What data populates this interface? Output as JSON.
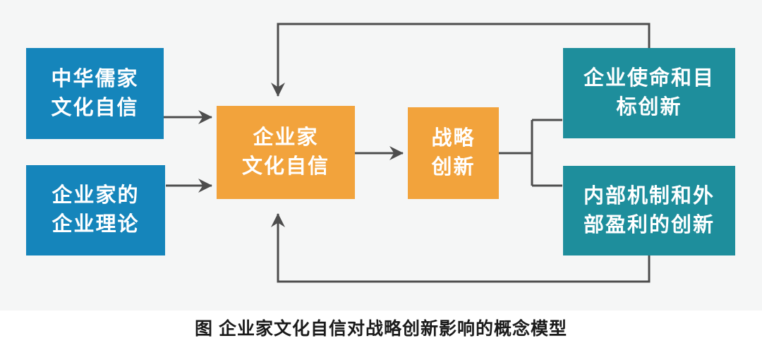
{
  "figure": {
    "caption": "图 企业家文化自信对战略创新影响的概念模型"
  },
  "nodes": {
    "confucian_culture": {
      "label": "中华儒家\n文化自信"
    },
    "entrepreneur_theory": {
      "label": "企业家的\n企业理论"
    },
    "entrepreneur_culture_confidence": {
      "label": "企业家\n文化自信"
    },
    "strategic_innovation": {
      "label": "战略\n创新"
    },
    "mission_goal_innovation": {
      "label": "企业使命和目\n标创新"
    },
    "internal_external_innovation": {
      "label": "内部机制和外\n部盈利的创新"
    }
  },
  "edges": [
    {
      "from": "confucian_culture",
      "to": "entrepreneur_culture_confidence",
      "type": "arrow"
    },
    {
      "from": "entrepreneur_theory",
      "to": "entrepreneur_culture_confidence",
      "type": "arrow"
    },
    {
      "from": "entrepreneur_culture_confidence",
      "to": "strategic_innovation",
      "type": "arrow"
    },
    {
      "from": "strategic_innovation",
      "to": "mission_goal_innovation",
      "type": "line"
    },
    {
      "from": "strategic_innovation",
      "to": "internal_external_innovation",
      "type": "line"
    },
    {
      "from": "mission_goal_innovation",
      "to": "entrepreneur_culture_confidence",
      "type": "feedback-arrow"
    },
    {
      "from": "internal_external_innovation",
      "to": "entrepreneur_culture_confidence",
      "type": "feedback-arrow"
    }
  ],
  "colors": {
    "blue": "#1585bb",
    "orange": "#f2a33c",
    "teal": "#1e8e9c",
    "line": "#4d4d4d",
    "panel_background": "#f5f6f6",
    "text": "#ffffff",
    "caption_text": "#1b1b1b"
  }
}
